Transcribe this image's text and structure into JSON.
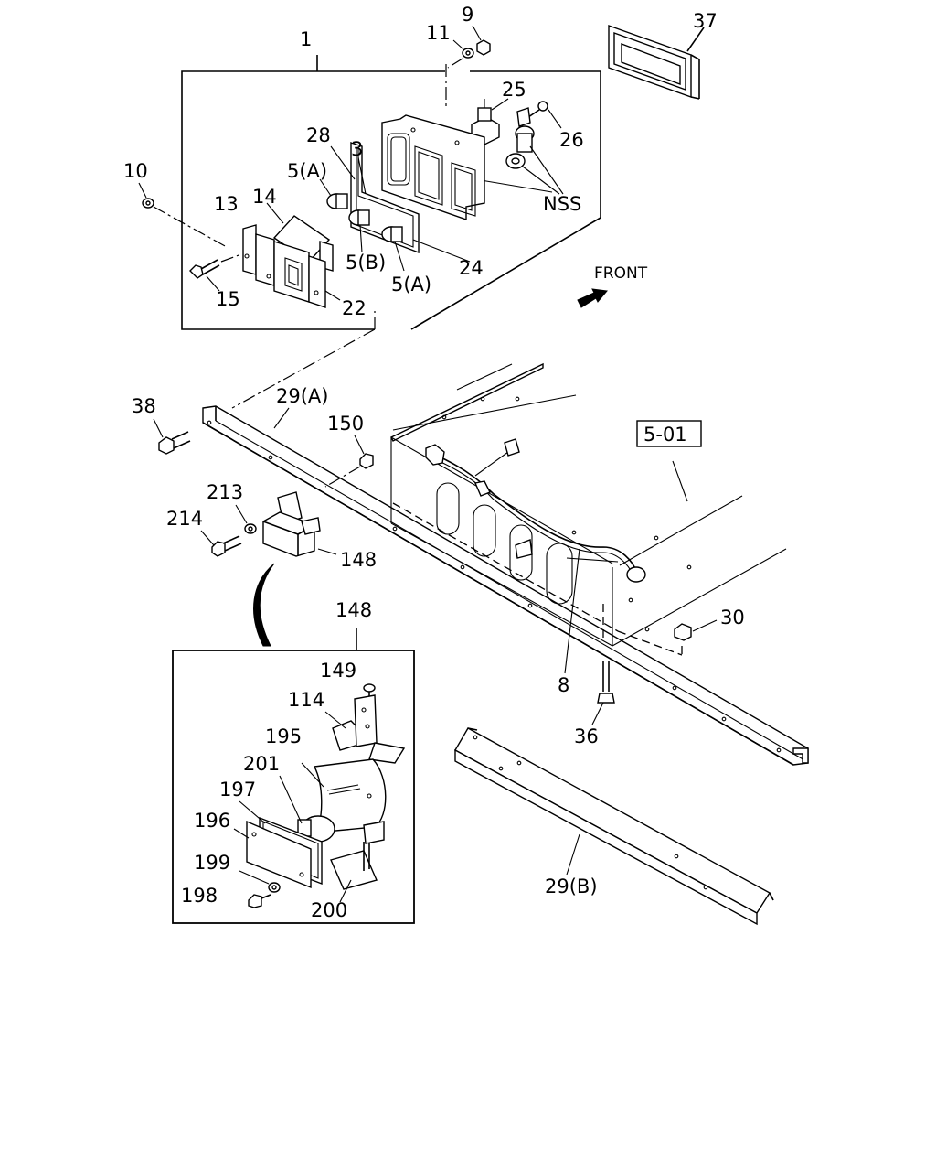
{
  "labels": {
    "l1": "1",
    "l9": "9",
    "l11": "11",
    "l37": "37",
    "l25": "25",
    "l26": "26",
    "l28": "28",
    "l3": "3",
    "l10": "10",
    "l5a1": "5(A)",
    "l13": "13",
    "l14": "14",
    "lnss": "NSS",
    "l5b": "5(B)",
    "l24": "24",
    "l5a2": "5(A)",
    "l15": "15",
    "l22": "22",
    "lfront": "FRONT",
    "l29a": "29(A)",
    "l38": "38",
    "l150": "150",
    "l501": "5-01",
    "l213": "213",
    "l214": "214",
    "l148a": "148",
    "l30": "30",
    "l148b": "148",
    "l149": "149",
    "l8": "8",
    "l36": "36",
    "l114": "114",
    "l195": "195",
    "l201": "201",
    "l197": "197",
    "l196": "196",
    "l199": "199",
    "l198": "198",
    "l200": "200",
    "l29b": "29(B)"
  }
}
